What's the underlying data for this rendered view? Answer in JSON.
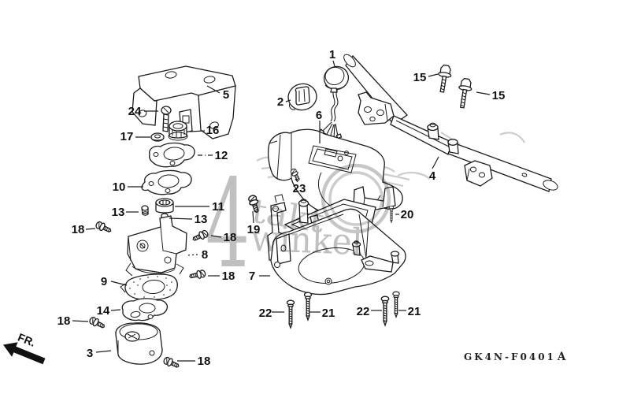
{
  "watermark": {
    "big": "4",
    "word1": "takt",
    "word2": "winkel"
  },
  "direction_indicator": {
    "label": "FR."
  },
  "drawing_code": {
    "main": "GK4N-F0401",
    "suffix": "A"
  },
  "callouts": {
    "1": "1",
    "2": "2",
    "3": "3",
    "4": "4",
    "5": "5",
    "6": "6",
    "7": "7",
    "8": "8",
    "9": "9",
    "10": "10",
    "11": "11",
    "12": "12",
    "13": "13",
    "14": "14",
    "15": "15",
    "16": "16",
    "17": "17",
    "18": "18",
    "19": "19",
    "20": "20",
    "21": "21",
    "22": "22",
    "23": "23",
    "24": "24"
  },
  "colors": {
    "background": "#ffffff",
    "line_art": "#1c1c1c",
    "ghost_lines": "#cccccc",
    "watermark": "#c0c0c0"
  }
}
